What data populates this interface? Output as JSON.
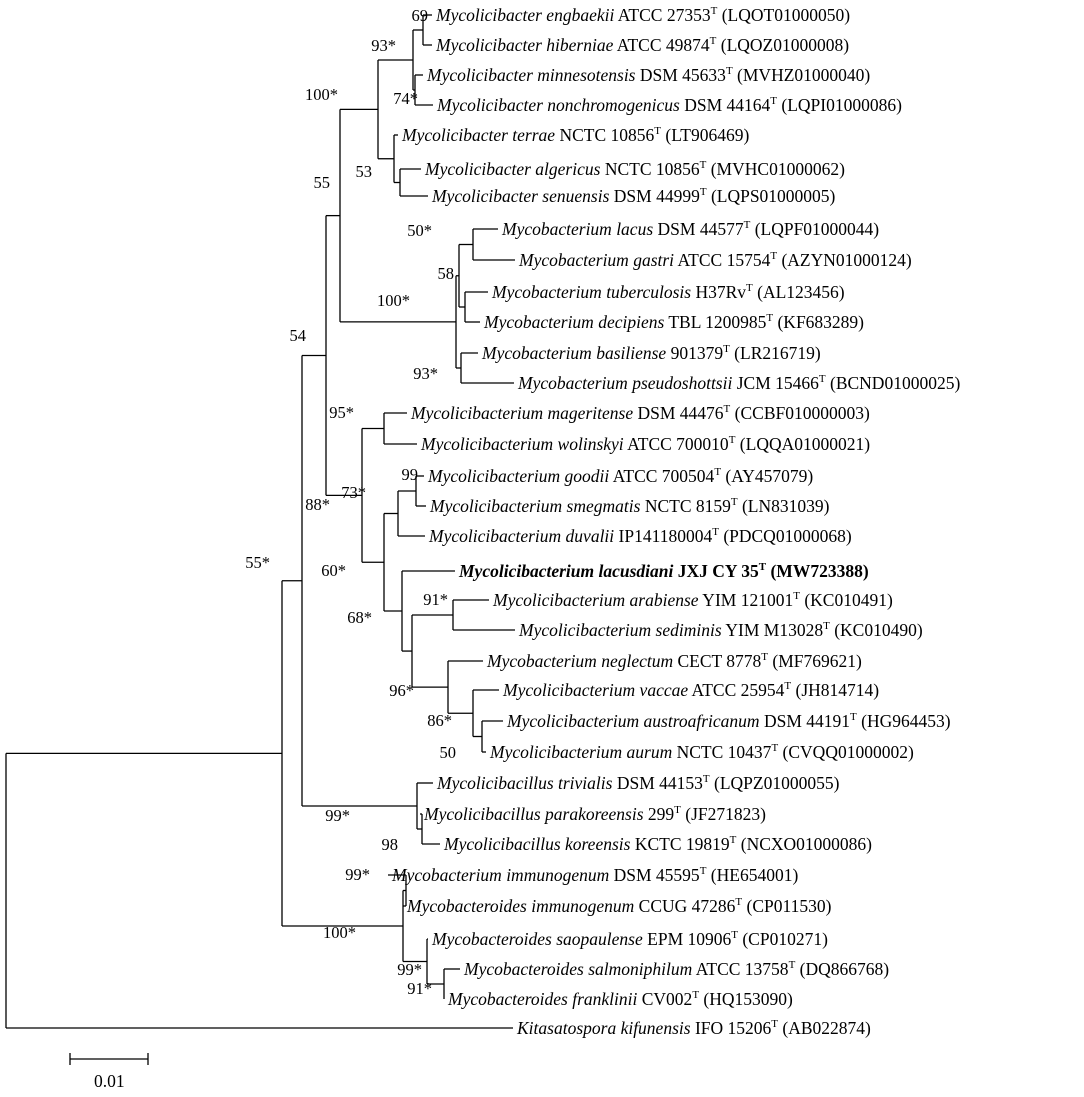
{
  "leaves": [
    {
      "genus": "Mycolicibacter",
      "species": "engbaekii",
      "strain": "ATCC 27353",
      "sup": "T",
      "acc": "(LQOT01000050)"
    },
    {
      "genus": "Mycolicibacter",
      "species": "hiberniae",
      "strain": "ATCC 49874",
      "sup": "T",
      "acc": "(LQOZ01000008)"
    },
    {
      "genus": "Mycolicibacter",
      "species": "minnesotensis",
      "strain": "DSM 45633",
      "sup": "T",
      "acc": "(MVHZ01000040)"
    },
    {
      "genus": "Mycolicibacter",
      "species": "nonchromogenicus",
      "strain": "DSM 44164",
      "sup": "T",
      "acc": "(LQPI01000086)"
    },
    {
      "genus": "Mycolicibacter",
      "species": "terrae",
      "strain": "NCTC 10856",
      "sup": "T",
      "acc": "(LT906469)"
    },
    {
      "genus": "Mycolicibacter",
      "species": "algericus",
      "strain": "NCTC 10856",
      "sup": "T",
      "acc": "(MVHC01000062)"
    },
    {
      "genus": "Mycolicibacter",
      "species": "senuensis",
      "strain": "DSM 44999",
      "sup": "T",
      "acc": "(LQPS01000005)"
    },
    {
      "genus": "Mycobacterium",
      "species": "lacus",
      "strain": "DSM 44577",
      "sup": "T",
      "acc": "(LQPF01000044)"
    },
    {
      "genus": "Mycobacterium",
      "species": "gastri",
      "strain": "ATCC 15754",
      "sup": "T",
      "acc": "(AZYN01000124)"
    },
    {
      "genus": "Mycobacterium",
      "species": "tuberculosis",
      "strain": "H37Rv",
      "sup": "T",
      "acc": "(AL123456)"
    },
    {
      "genus": "Mycobacterium",
      "species": "decipiens",
      "strain": "TBL  1200985",
      "sup": "T",
      "acc": "(KF683289)"
    },
    {
      "genus": "Mycobacterium",
      "species": "basiliense",
      "strain": "901379",
      "sup": "T",
      "acc": "(LR216719)"
    },
    {
      "genus": "Mycobacterium",
      "species": "pseudoshottsii",
      "strain": "JCM 15466",
      "sup": "T",
      "acc": "(BCND01000025)"
    },
    {
      "genus": "Mycolicibacterium",
      "species": "mageritense",
      "strain": "DSM 44476",
      "sup": "T",
      "acc": "(CCBF010000003)"
    },
    {
      "genus": "Mycolicibacterium",
      "species": "wolinskyi",
      "strain": "ATCC 700010",
      "sup": "T",
      "acc": "(LQQA01000021)"
    },
    {
      "genus": "Mycolicibacterium",
      "species": " goodii",
      "strain": "ATCC 700504",
      "sup": "T",
      "acc": "(AY457079)"
    },
    {
      "genus": "Mycolicibacterium",
      "species": "smegmatis",
      "strain": "NCTC 8159",
      "sup": "T",
      "acc": "(LN831039)"
    },
    {
      "genus": "Mycolicibacterium",
      "species": "duvalii",
      "strain": "IP141180004",
      "sup": "T",
      "acc": "(PDCQ01000068)"
    },
    {
      "genus": "Mycolicibacterium",
      "species": "lacusdiani",
      "strain": "JXJ CY 35",
      "sup": "T",
      "acc": "(MW723388)",
      "bold": true
    },
    {
      "genus": "Mycolicibacterium",
      "species": "arabiense",
      "strain": "YIM 121001",
      "sup": "T",
      "acc": "(KC010491)"
    },
    {
      "genus": "Mycolicibacterium",
      "species": "sediminis",
      "strain": "YIM M13028",
      "sup": "T",
      "acc": "(KC010490)"
    },
    {
      "genus": "Mycobacterium",
      "species": "neglectum",
      "strain": "CECT 8778",
      "sup": "T",
      "acc": "(MF769621)"
    },
    {
      "genus": "Mycolicibacterium",
      "species": "vaccae",
      "strain": "ATCC 25954",
      "sup": "T",
      "acc": "(JH814714)"
    },
    {
      "genus": "Mycolicibacterium",
      "species": "austroafricanum",
      "strain": "DSM 44191",
      "sup": "T",
      "acc": "(HG964453)"
    },
    {
      "genus": "Mycolicibacterium",
      "species": "aurum",
      "strain": "NCTC 10437",
      "sup": "T",
      "acc": "(CVQQ01000002)"
    },
    {
      "genus": "Mycolicibacillus",
      "species": "trivialis",
      "strain": "DSM 44153",
      "sup": "T",
      "acc": "(LQPZ01000055)"
    },
    {
      "genus": "Mycolicibacillus",
      "species": "parakoreensis",
      "strain": "299",
      "sup": "T",
      "acc": "(JF271823)"
    },
    {
      "genus": "Mycolicibacillus",
      "species": "koreensis",
      "strain": "KCTC 19819",
      "sup": "T",
      "acc": "(NCXO01000086)"
    },
    {
      "genus": "Mycobacterium",
      "species": "immunogenum",
      "strain": "DSM 45595",
      "sup": "T",
      "acc": "(HE654001)"
    },
    {
      "genus": "Mycobacteroides",
      "species": "immunogenum",
      "strain": "CCUG 47286",
      "sup": "T",
      "acc": "(CP011530)"
    },
    {
      "genus": "Mycobacteroides",
      "species": "saopaulense",
      "strain": "EPM 10906",
      "sup": "T",
      "acc": "(CP010271)"
    },
    {
      "genus": "Mycobacteroides",
      "species": "salmoniphilum",
      "strain": "ATCC 13758",
      "sup": "T",
      "acc": "(DQ866768)"
    },
    {
      "genus": "Mycobacteroides",
      "species": "franklinii",
      "strain": "CV002",
      "sup": "T",
      "acc": "(HQ153090)"
    },
    {
      "genus": "Kitasatospora",
      "species": "kifunensis",
      "strain": "IFO 15206",
      "sup": "T",
      "acc": "(AB022874)"
    }
  ],
  "bootstrap": [
    "69",
    "93*",
    "74*",
    "100*",
    "53",
    "55",
    "50*",
    "58",
    "100*",
    "93*",
    "54",
    "95*",
    "99",
    "73*",
    "88*",
    "60*",
    "91*",
    "68*",
    "96*",
    "86*",
    "50",
    "55*",
    "99*",
    "98",
    "99*",
    "100*",
    "99*",
    "91*"
  ],
  "scale_bar": {
    "label": "0.01",
    "value": 0.01
  }
}
